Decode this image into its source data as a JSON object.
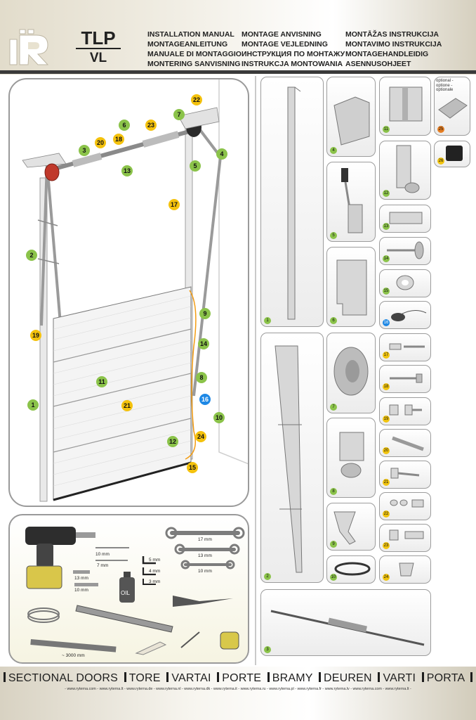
{
  "header": {
    "model_top": "TLP",
    "model_bottom": "VL",
    "titles_col1": [
      "INSTALLATION MANUAL",
      "MONTAGEANLEITUNG",
      "MANUALE DI MONTAGGIO",
      "MONTERING SANVISNING"
    ],
    "titles_col2": [
      "MONTAGE ANVISNING",
      "MONTAGE VEJLEDNING",
      "ИНСТРУКЦИЯ ПО МОНТАЖУ",
      "INSTRUKCJA MONTOWANIA"
    ],
    "titles_col3": [
      "MONTĀŽAS INSTRUKCIJA",
      "MONTAVIMO INSTRUKCIJA",
      "MONTAGEHANDLEIDIG",
      "ASENNUSOHJEET"
    ]
  },
  "overview": {
    "callouts": [
      "22",
      "7",
      "6",
      "23",
      "3",
      "20",
      "18",
      "13",
      "5",
      "4",
      "17",
      "2",
      "9",
      "19",
      "14",
      "11",
      "8",
      "21",
      "16",
      "1",
      "10",
      "12",
      "24",
      "15"
    ]
  },
  "parts": {
    "p1": "1",
    "p2": "2",
    "p3": "3",
    "p4": "4",
    "p5": "5",
    "p6": "6",
    "p7": "7",
    "p8": "8",
    "p9": "9",
    "p10": "10",
    "p11": "11",
    "p12": "12",
    "p13": "13",
    "p14": "14",
    "p15": "15",
    "p16": "16",
    "p17": "17",
    "p18": "18",
    "p19": "19",
    "p20": "20",
    "p21": "21",
    "p22": "22",
    "p23": "23",
    "p24": "24",
    "p25": "25",
    "p26": "26",
    "optional_note": [
      "optional -",
      "optione -",
      "optionale"
    ]
  },
  "tools": {
    "drill_bit_10": "10 mm",
    "drill_bit_7": "7 mm",
    "bit_13": "13 mm",
    "bit_10": "10 mm",
    "hex_5": "5 mm",
    "hex_4": "4 mm",
    "hex_3": "3 mm",
    "wrench_17": "17 mm",
    "wrench_13": "13 mm",
    "wrench_10": "10 mm",
    "oil": "OIL",
    "brush_length": "~ 3000 mm"
  },
  "footer": {
    "words": [
      "SECTIONAL DOORS",
      "TORE",
      "VARTAI",
      "PORTE",
      "BRAMY",
      "DEUREN",
      "VARTI",
      "PORTA"
    ],
    "urls": "- www.ryterna.com - www.ryterna.lt - www.ryterna.de - www.ryterna.nl - www.ryterna.dk - www.ryterna.it - www.ryterna.ru - www.ryterna.pl - www.ryterna.fr - www.ryterna.lv - www.ryterna.com - www.ryterna.lt -"
  },
  "colors": {
    "green": "#8bc34a",
    "yellow": "#f4c20d",
    "blue": "#1e88e5",
    "accent_dark": "#3a3a3a"
  }
}
